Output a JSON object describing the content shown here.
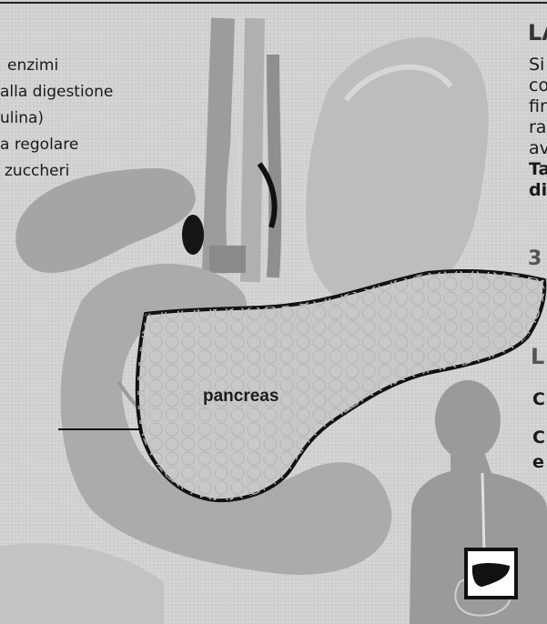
{
  "left_caption": {
    "lines": [
      "enzimi",
      "alla digestione",
      "ulina)",
      "a regolare",
      "zuccheri"
    ]
  },
  "organ_label": "pancreas",
  "right_column": {
    "heading_1": "LA",
    "lines": [
      "Si",
      "co",
      "fir",
      "ra",
      "av"
    ],
    "bold_lines": [
      "Ta",
      "di"
    ],
    "number": "3",
    "heading_2": "L",
    "bold_lines_2": [
      "C",
      "C",
      "e"
    ]
  },
  "icon": {
    "name": "pancreas-icon"
  }
}
